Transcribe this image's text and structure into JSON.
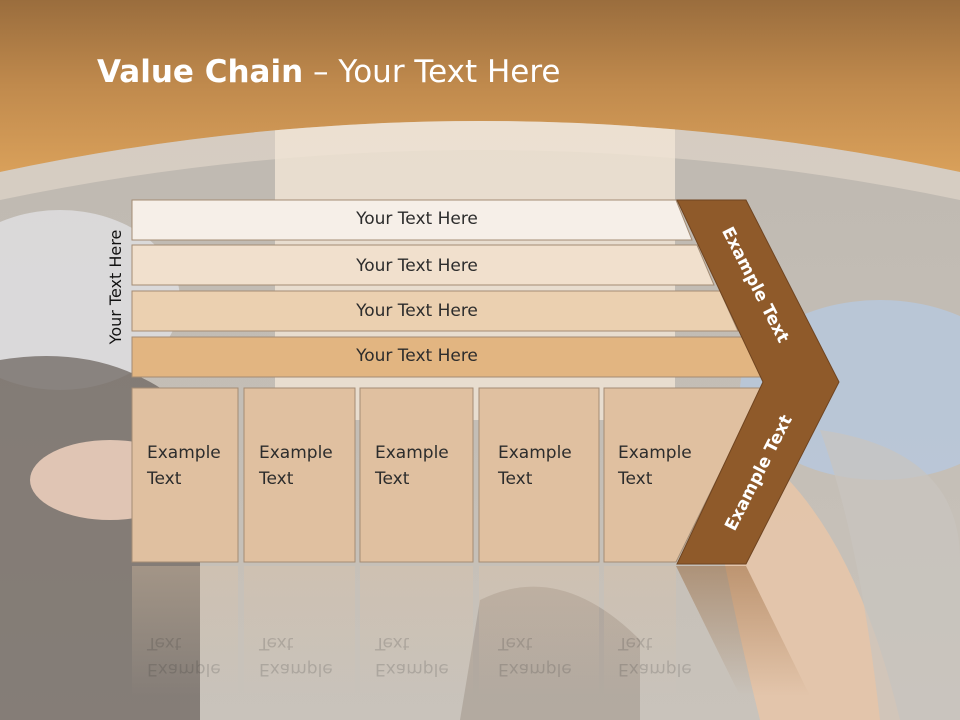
{
  "title": {
    "bold": "Value Chain",
    "rest": " – Your Text Here"
  },
  "side_label": "Your Text Here",
  "rows": [
    {
      "label": "Your Text Here"
    },
    {
      "label": "Your Text Here"
    },
    {
      "label": "Your Text Here"
    },
    {
      "label": "Your Text Here"
    }
  ],
  "columns": [
    {
      "line1": "Example",
      "line2": "Text"
    },
    {
      "line1": "Example",
      "line2": "Text"
    },
    {
      "line1": "Example",
      "line2": "Text"
    },
    {
      "line1": "Example",
      "line2": "Text"
    },
    {
      "line1": "Example",
      "line2": "Text"
    }
  ],
  "chevron": {
    "upper": "Example Text",
    "lower": "Example Text"
  },
  "colors": {
    "header_orange": "#c99552",
    "chevron_brown": "#8f5a2a",
    "row_fill_light": "#f6eee6",
    "row_fill_dark": "#e2b581",
    "column_fill": "#e0c0a0"
  }
}
